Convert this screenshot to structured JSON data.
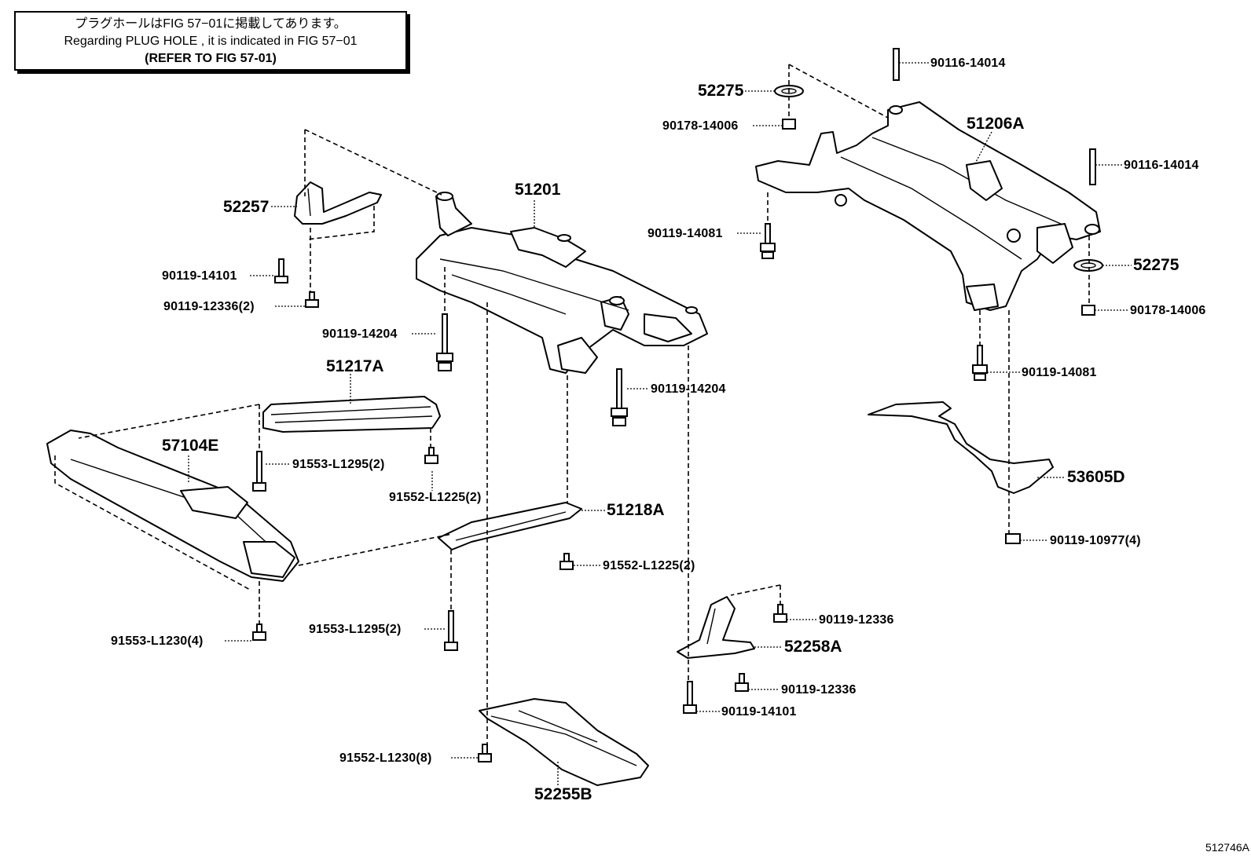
{
  "note": {
    "line1": "プラグホールはFIG 57−01に掲載してあります。",
    "line2": "Regarding PLUG HOLE , it is indicated in FIG 57−01",
    "line3": "(REFER TO FIG 57-01)"
  },
  "labels": {
    "p52257": "52257",
    "p90119_14101_a": "90119-14101",
    "p90119_12336_2": "90119-12336(2)",
    "p51201": "51201",
    "p90119_14204_a": "90119-14204",
    "p90119_14204_b": "90119-14204",
    "p51217A": "51217A",
    "p57104E": "57104E",
    "p91553_L1295_a": "91553-L1295(2)",
    "p91552_L1225_a": "91552-L1225(2)",
    "p51218A": "51218A",
    "p91552_L1225_b": "91552-L1225(2)",
    "p91553_L1295_b": "91553-L1295(2)",
    "p91553_L1230_4": "91553-L1230(4)",
    "p90119_12336_a": "90119-12336",
    "p52258A": "52258A",
    "p90119_12336_b": "90119-12336",
    "p90119_14101_b": "90119-14101",
    "p91552_L1230_8": "91552-L1230(8)",
    "p52255B": "52255B",
    "p90116_14014_a": "90116-14014",
    "p52275_a": "52275",
    "p90178_14006_a": "90178-14006",
    "p51206A": "51206A",
    "p90116_14014_b": "90116-14014",
    "p90119_14081_a": "90119-14081",
    "p52275_b": "52275",
    "p90178_14006_b": "90178-14006",
    "p90119_14081_b": "90119-14081",
    "p53605D": "53605D",
    "p90119_10977_4": "90119-10977(4)"
  },
  "figure_code": "512746A"
}
